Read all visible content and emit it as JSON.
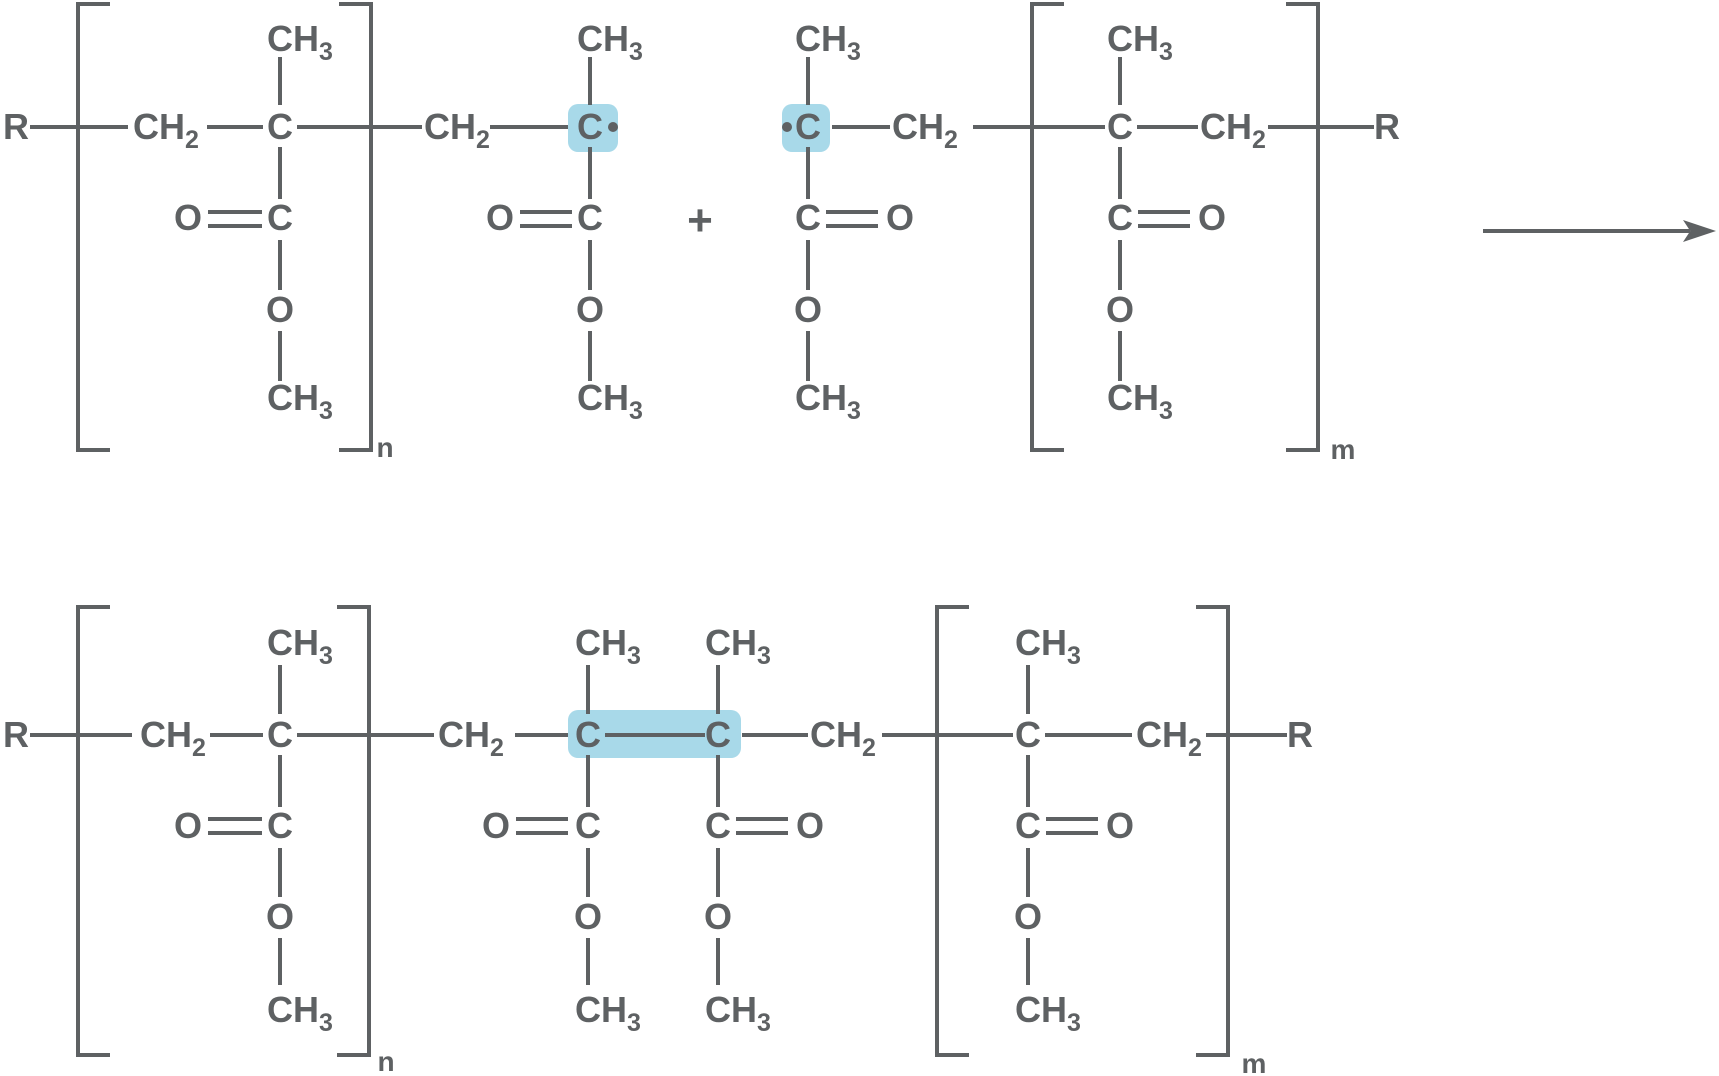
{
  "atoms": {
    "r_group": "R",
    "carbon": "C",
    "oxygen": "O",
    "ch_main": "CH",
    "sub_2": "2",
    "sub_3": "3"
  },
  "subscripts": {
    "n": "n",
    "m": "m"
  },
  "reaction": {
    "plus_sign": "+",
    "arrow_icon": "right-arrow"
  },
  "highlights": {
    "radical_carbon_left": "C•",
    "radical_carbon_right": "•C",
    "new_bond": "C—C"
  },
  "colors": {
    "ink": "#5e6163",
    "highlight_blue": "#a8d9e9",
    "background": "#ffffff"
  }
}
